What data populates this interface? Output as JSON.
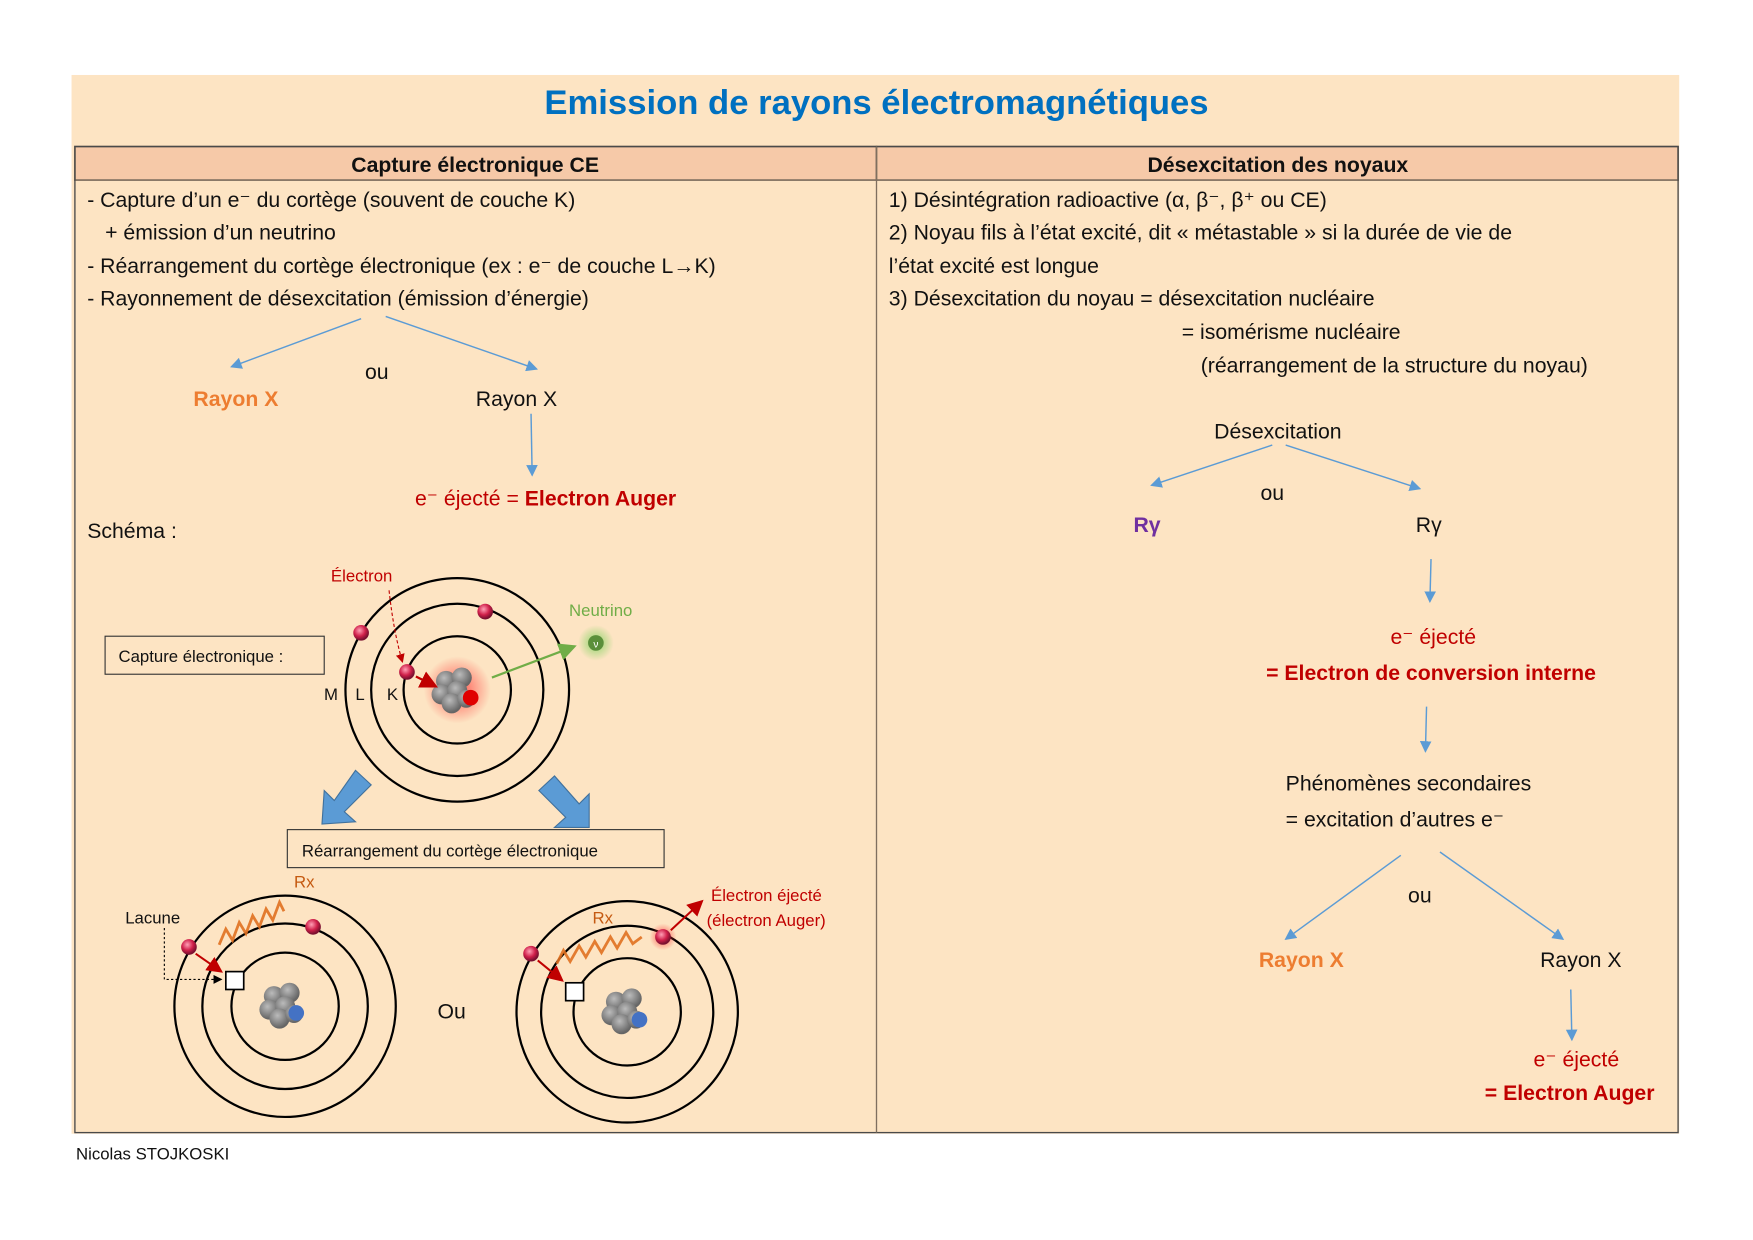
{
  "title": "Emission de rayons électromagnétiques",
  "colors": {
    "background": "#fde4c3",
    "header": "#f6c9a8",
    "title": "#0070c0",
    "red": "#c00000",
    "orange": "#ed7d31",
    "purple": "#7030a0",
    "arrow": "#5b9bd5"
  },
  "left": {
    "header": "Capture électronique CE",
    "lines": [
      "- Capture d’un e⁻ du cortège (souvent de couche K)",
      "+ émission d’un neutrino",
      "- Réarrangement du cortège électronique (ex : e⁻ de couche L→K)",
      "- Rayonnement de désexcitation (émission d’énergie)"
    ],
    "or": "ou",
    "rayon_x_orange": "Rayon X",
    "rayon_x": "Rayon X",
    "ejected_prefix": "e⁻ éjecté = ",
    "auger": "Electron Auger",
    "schema_label": "Schéma :",
    "schema": {
      "capture_box": "Capture électronique :",
      "electron": "Électron",
      "neutrino": "Neutrino",
      "neutrino_symbol": "ν",
      "shells": [
        "M",
        "L",
        "K"
      ],
      "rearrangement_box": "Réarrangement du cortège électronique",
      "lacune": "Lacune",
      "rx": "Rx",
      "or": "Ou",
      "ejected_line1": "Électron éjecté",
      "ejected_line2": "(électron Auger)"
    }
  },
  "right": {
    "header": "Désexcitation des noyaux",
    "lines": [
      "1) Désintégration radioactive (α, β⁻, β⁺ ou CE)",
      "2) Noyau fils à l’état excité, dit « métastable » si la durée de vie de",
      "l’état excité est longue",
      "3) Désexcitation du noyau = désexcitation nucléaire",
      "= isomérisme nucléaire",
      "(réarrangement de la structure du noyau)"
    ],
    "desexcitation": "Désexcitation",
    "or": "ou",
    "r_gamma": "Rγ",
    "ejected": "e⁻ éjecté",
    "conversion": "= Electron de conversion interne",
    "secondary1": "Phénomènes secondaires",
    "secondary2": "= excitation d’autres e⁻",
    "or2": "ou",
    "rayon_x_orange": "Rayon X",
    "rayon_x": "Rayon X",
    "ejected2": "e⁻ éjecté",
    "auger": "= Electron Auger"
  },
  "footer": "Nicolas STOJKOSKI"
}
